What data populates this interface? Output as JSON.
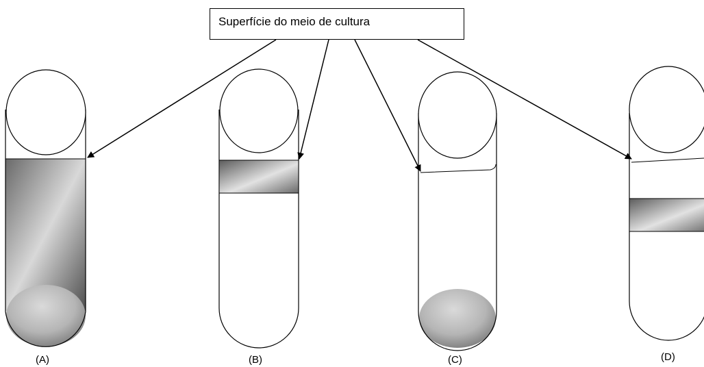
{
  "callout": {
    "label": "Superfície do meio de cultura"
  },
  "tubes": [
    {
      "label": "(A)"
    },
    {
      "label": "(B)"
    },
    {
      "label": "(C)"
    },
    {
      "label": "(D)"
    }
  ],
  "colors": {
    "stroke": "#000000",
    "background": "#ffffff",
    "gradient_dark": "#5a5a5a",
    "gradient_light": "#e0e0e0"
  }
}
